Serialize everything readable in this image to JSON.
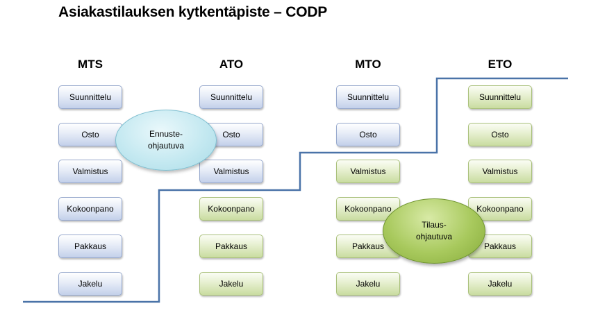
{
  "title": "Asiakastilauksen kytkentäpiste – CODP",
  "columns": [
    {
      "heading": "MTS",
      "steps": [
        "Suunnittelu",
        "Osto",
        "Valmistus",
        "Kokoonpano",
        "Pakkaus",
        "Jakelu"
      ],
      "types": [
        "blue",
        "blue",
        "blue",
        "blue",
        "blue",
        "blue"
      ]
    },
    {
      "heading": "ATO",
      "steps": [
        "Suunnittelu",
        "Osto",
        "Valmistus",
        "Kokoonpano",
        "Pakkaus",
        "Jakelu"
      ],
      "types": [
        "blue",
        "blue",
        "blue",
        "green",
        "green",
        "green"
      ]
    },
    {
      "heading": "MTO",
      "steps": [
        "Suunnittelu",
        "Osto",
        "Valmistus",
        "Kokoonpano",
        "Pakkaus",
        "Jakelu"
      ],
      "types": [
        "blue",
        "blue",
        "green",
        "green",
        "green",
        "green"
      ]
    },
    {
      "heading": "ETO",
      "steps": [
        "Suunnittelu",
        "Osto",
        "Valmistus",
        "Kokoonpano",
        "Pakkaus",
        "Jakelu"
      ],
      "types": [
        "green",
        "green",
        "green",
        "green",
        "green",
        "green"
      ]
    }
  ],
  "labels": {
    "forecast_driven": [
      "Ennuste-",
      "ohjautuva"
    ],
    "order_driven": [
      "Tilaus-",
      "ohjautuva"
    ]
  },
  "colors": {
    "forecast_step": "#dbe3f3",
    "order_step": "#dde9c0",
    "codp_line": "#4a73a8",
    "forecast_ellipse": "#bfe6ef",
    "order_ellipse": "#9bbf50"
  }
}
